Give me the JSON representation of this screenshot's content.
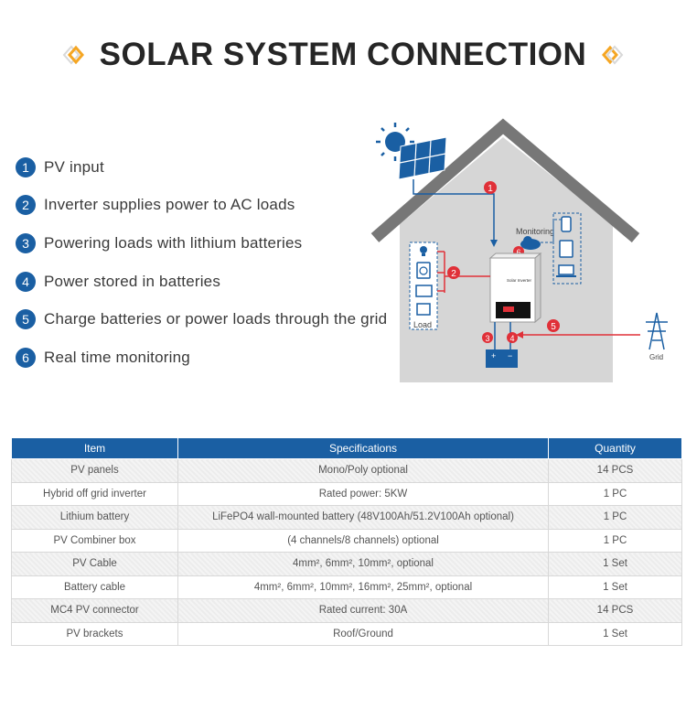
{
  "title": "SOLAR SYSTEM CONNECTION",
  "steps": [
    {
      "num": "1",
      "label": "PV input"
    },
    {
      "num": "2",
      "label": "Inverter supplies power to AC loads"
    },
    {
      "num": "3",
      "label": "Powering loads with lithium batteries"
    },
    {
      "num": "4",
      "label": "Power stored in batteries"
    },
    {
      "num": "5",
      "label": "Charge batteries or power loads through the grid"
    },
    {
      "num": "6",
      "label": "Real time monitoring"
    }
  ],
  "diagram": {
    "monitoring_label": "Monitoring",
    "load_label": "Load",
    "grid_label": "Grid",
    "inverter_brand": "Solar Inverter",
    "colors": {
      "arrow": "#e03038",
      "line_blue": "#1a5fa3",
      "house": "#d9d9d9",
      "roof": "#7a7a7a"
    }
  },
  "table": {
    "headers": {
      "item": "Item",
      "spec": "Specifications",
      "qty": "Quantity"
    },
    "rows": [
      {
        "item": "PV panels",
        "spec": "Mono/Poly optional",
        "qty": "14 PCS"
      },
      {
        "item": "Hybrid off grid inverter",
        "spec": "Rated power: 5KW",
        "qty": "1 PC"
      },
      {
        "item": "Lithium battery",
        "spec": "LiFePO4 wall-mounted battery (48V100Ah/51.2V100Ah optional)",
        "qty": "1 PC"
      },
      {
        "item": "PV Combiner box",
        "spec": "(4 channels/8 channels) optional",
        "qty": "1 PC"
      },
      {
        "item": "PV Cable",
        "spec": "4mm², 6mm², 10mm², optional",
        "qty": "1 Set"
      },
      {
        "item": "Battery cable",
        "spec": "4mm², 6mm², 10mm², 16mm², 25mm², optional",
        "qty": "1 Set"
      },
      {
        "item": "MC4 PV connector",
        "spec": "Rated current: 30A",
        "qty": "14 PCS"
      },
      {
        "item": "PV brackets",
        "spec": "Roof/Ground",
        "qty": "1 Set"
      }
    ]
  }
}
